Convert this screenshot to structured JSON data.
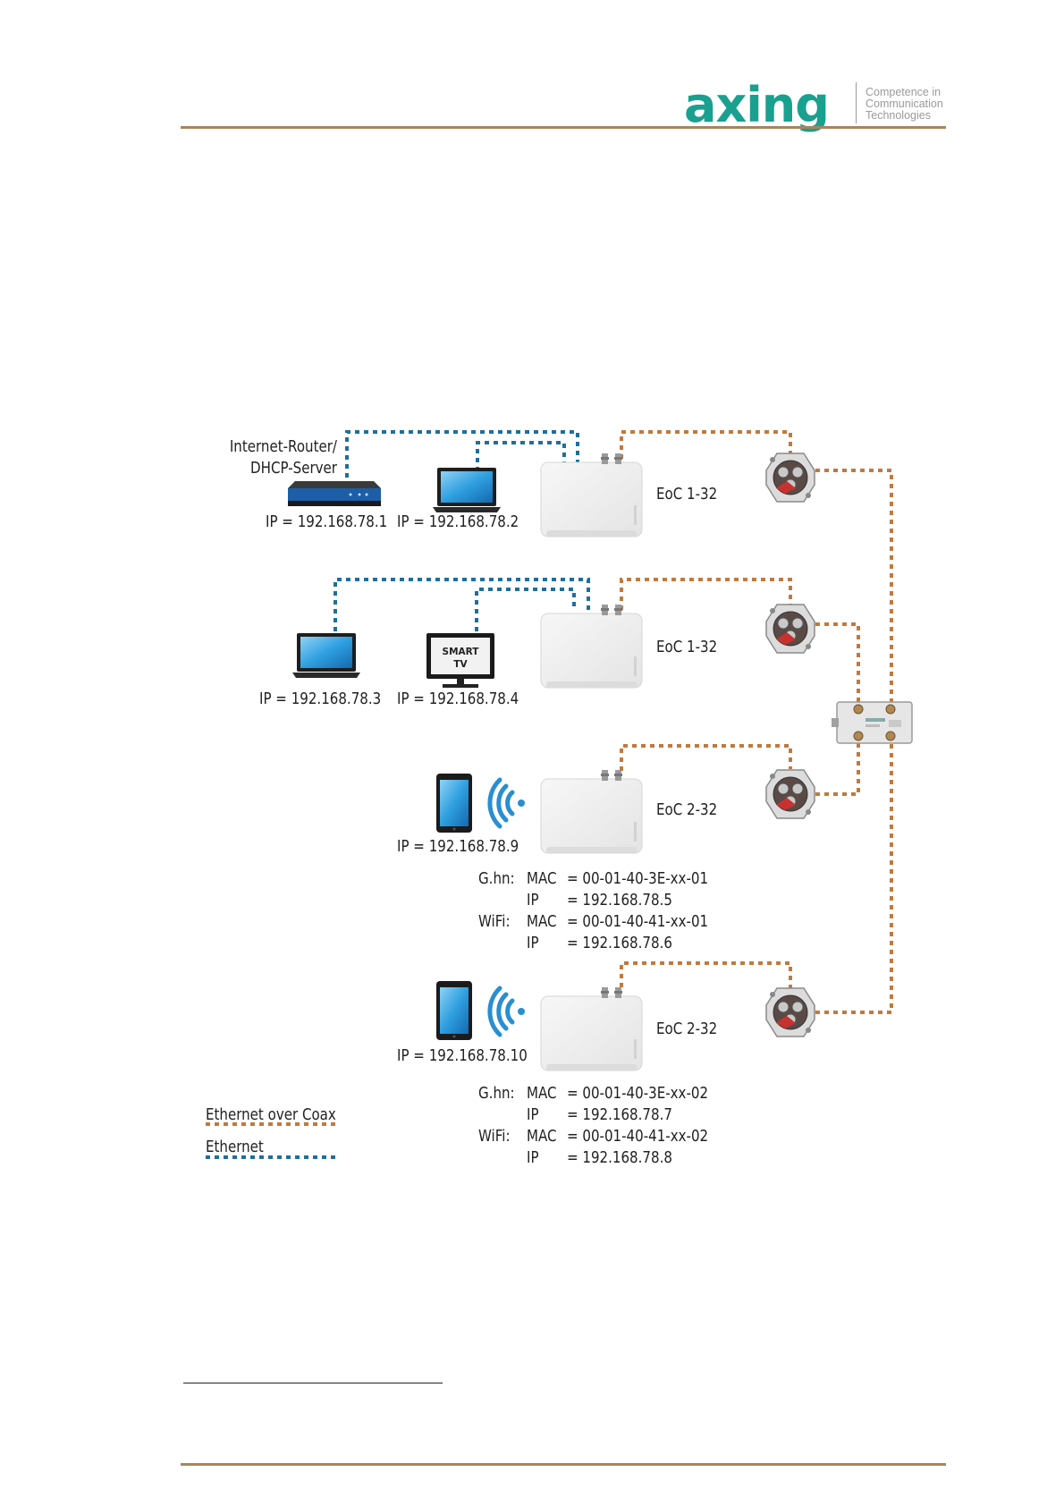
{
  "header": {
    "logo_text": "axing",
    "tagline": [
      "Competence in",
      "Communication",
      "Technologies"
    ],
    "accent": "#a8855e",
    "logo_color": "#1aa08f"
  },
  "legend": {
    "eoc_label": "Ethernet over Coax",
    "eth_label": "Ethernet",
    "eoc_color": "#c07a3e",
    "eth_color": "#1f6f9a"
  },
  "router": {
    "label_line1": "Internet-Router/",
    "label_line2": "DHCP-Server",
    "ip": "IP = 192.168.78.1"
  },
  "devices": {
    "laptop1_ip": "IP = 192.168.78.2",
    "laptop2_ip": "IP = 192.168.78.3",
    "tv_ip": "IP = 192.168.78.4",
    "tv_screen_text": "SMART TV",
    "tablet1_ip": "IP = 192.168.78.9",
    "tablet2_ip": "IP = 192.168.78.10"
  },
  "eoc_units": [
    {
      "label": "EoC 1-32"
    },
    {
      "label": "EoC 1-32"
    },
    {
      "label": "EoC 2-32"
    },
    {
      "label": "EoC 2-32"
    }
  ],
  "details": [
    {
      "ghn": "G.hn:",
      "wifi": "WiFi:",
      "mac_key": "MAC",
      "ip_key": "IP",
      "ghn_mac": "= 00-01-40-3E-xx-01",
      "ghn_ip": "= 192.168.78.5",
      "wifi_mac": "= 00-01-40-41-xx-01",
      "wifi_ip": "= 192.168.78.6"
    },
    {
      "ghn": "G.hn:",
      "wifi": "WiFi:",
      "mac_key": "MAC",
      "ip_key": "IP",
      "ghn_mac": "= 00-01-40-3E-xx-02",
      "ghn_ip": "= 192.168.78.7",
      "wifi_mac": "= 00-01-40-41-xx-02",
      "wifi_ip": "= 192.168.78.8"
    }
  ],
  "icons": [
    "router-icon",
    "laptop-icon",
    "smart-tv-icon",
    "tablet-icon",
    "wifi-icon",
    "eoc-adapter-icon",
    "wall-socket-icon",
    "splitter-icon",
    "axing-logo"
  ]
}
